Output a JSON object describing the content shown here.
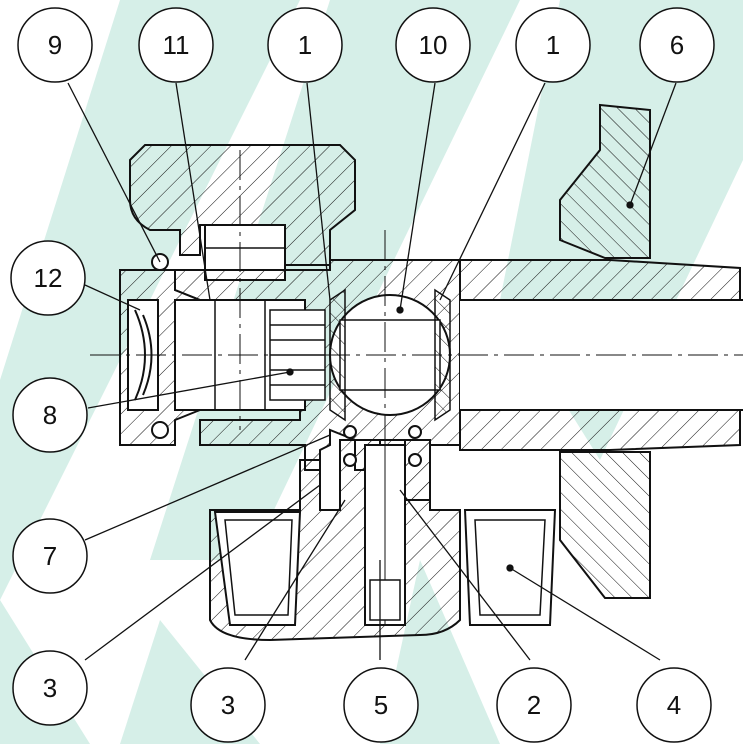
{
  "diagram": {
    "background_color": "#ffffff",
    "watermark_color": "#d6efe8",
    "line_color": "#111111",
    "callouts": [
      {
        "id": "c9",
        "label": "9"
      },
      {
        "id": "c11",
        "label": "11"
      },
      {
        "id": "c1a",
        "label": "1"
      },
      {
        "id": "c10",
        "label": "10"
      },
      {
        "id": "c1b",
        "label": "1"
      },
      {
        "id": "c6",
        "label": "6"
      },
      {
        "id": "c12",
        "label": "12"
      },
      {
        "id": "c8",
        "label": "8"
      },
      {
        "id": "c7",
        "label": "7"
      },
      {
        "id": "c3a",
        "label": "3"
      },
      {
        "id": "c3b",
        "label": "3"
      },
      {
        "id": "c5",
        "label": "5"
      },
      {
        "id": "c2",
        "label": "2"
      },
      {
        "id": "c4",
        "label": "4"
      }
    ]
  }
}
